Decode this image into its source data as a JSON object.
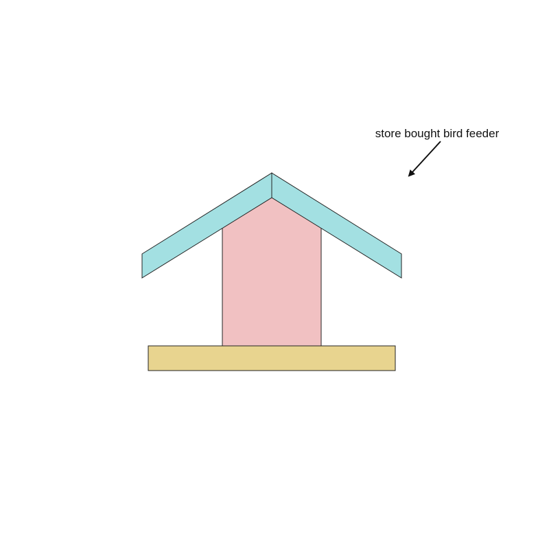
{
  "diagram": {
    "callout": {
      "text": "store bought bird feeder"
    },
    "parts": [
      {
        "name": "roof",
        "color": "#a3e0e2"
      },
      {
        "name": "body",
        "color": "#f1c1c2"
      },
      {
        "name": "base",
        "color": "#e8d48f"
      }
    ],
    "outline_color": "#222222"
  }
}
